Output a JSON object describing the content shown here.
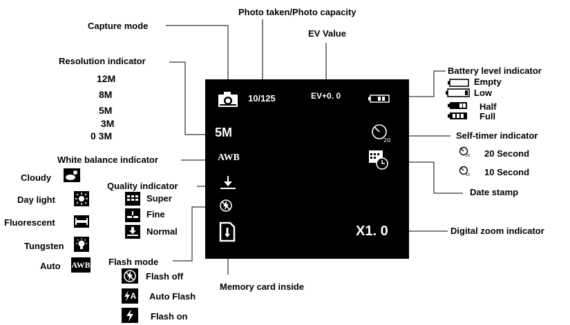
{
  "top": {
    "photo_taken": "Photo taken/Photo capacity",
    "capture_mode": "Capture mode",
    "ev_value": "EV Value"
  },
  "resolution": {
    "label": "Resolution indicator",
    "options": [
      "12M",
      "8M",
      "5M",
      "3M",
      "0 3M"
    ]
  },
  "white_balance": {
    "label": "White balance indicator",
    "options": [
      "Cloudy",
      "Day light",
      "Fluorescent",
      "Tungsten",
      "Auto"
    ],
    "auto_icon": "AWB"
  },
  "quality": {
    "label": "Quality indicator",
    "options": [
      "Super",
      "Fine",
      "Normal"
    ]
  },
  "flash": {
    "label": "Flash mode",
    "options": [
      "Flash off",
      "Auto Flash",
      "Flash on"
    ],
    "auto_icon": "A"
  },
  "memory_card": {
    "label": "Memory card inside"
  },
  "battery": {
    "label": "Battery level indicator",
    "levels": [
      "Empty",
      "Low",
      "Half",
      "Full"
    ]
  },
  "self_timer": {
    "label": "Self-timer indicator",
    "options": [
      "20 Second",
      "10 Second"
    ],
    "icon_text": "20"
  },
  "date_stamp": {
    "label": "Date stamp"
  },
  "digital_zoom": {
    "label": "Digital zoom indicator"
  },
  "screen": {
    "count": "10/125",
    "ev": "EV+0. 0",
    "resolution": "5M",
    "wb": "AWB",
    "zoom": "X1. 0",
    "timer": "20"
  }
}
